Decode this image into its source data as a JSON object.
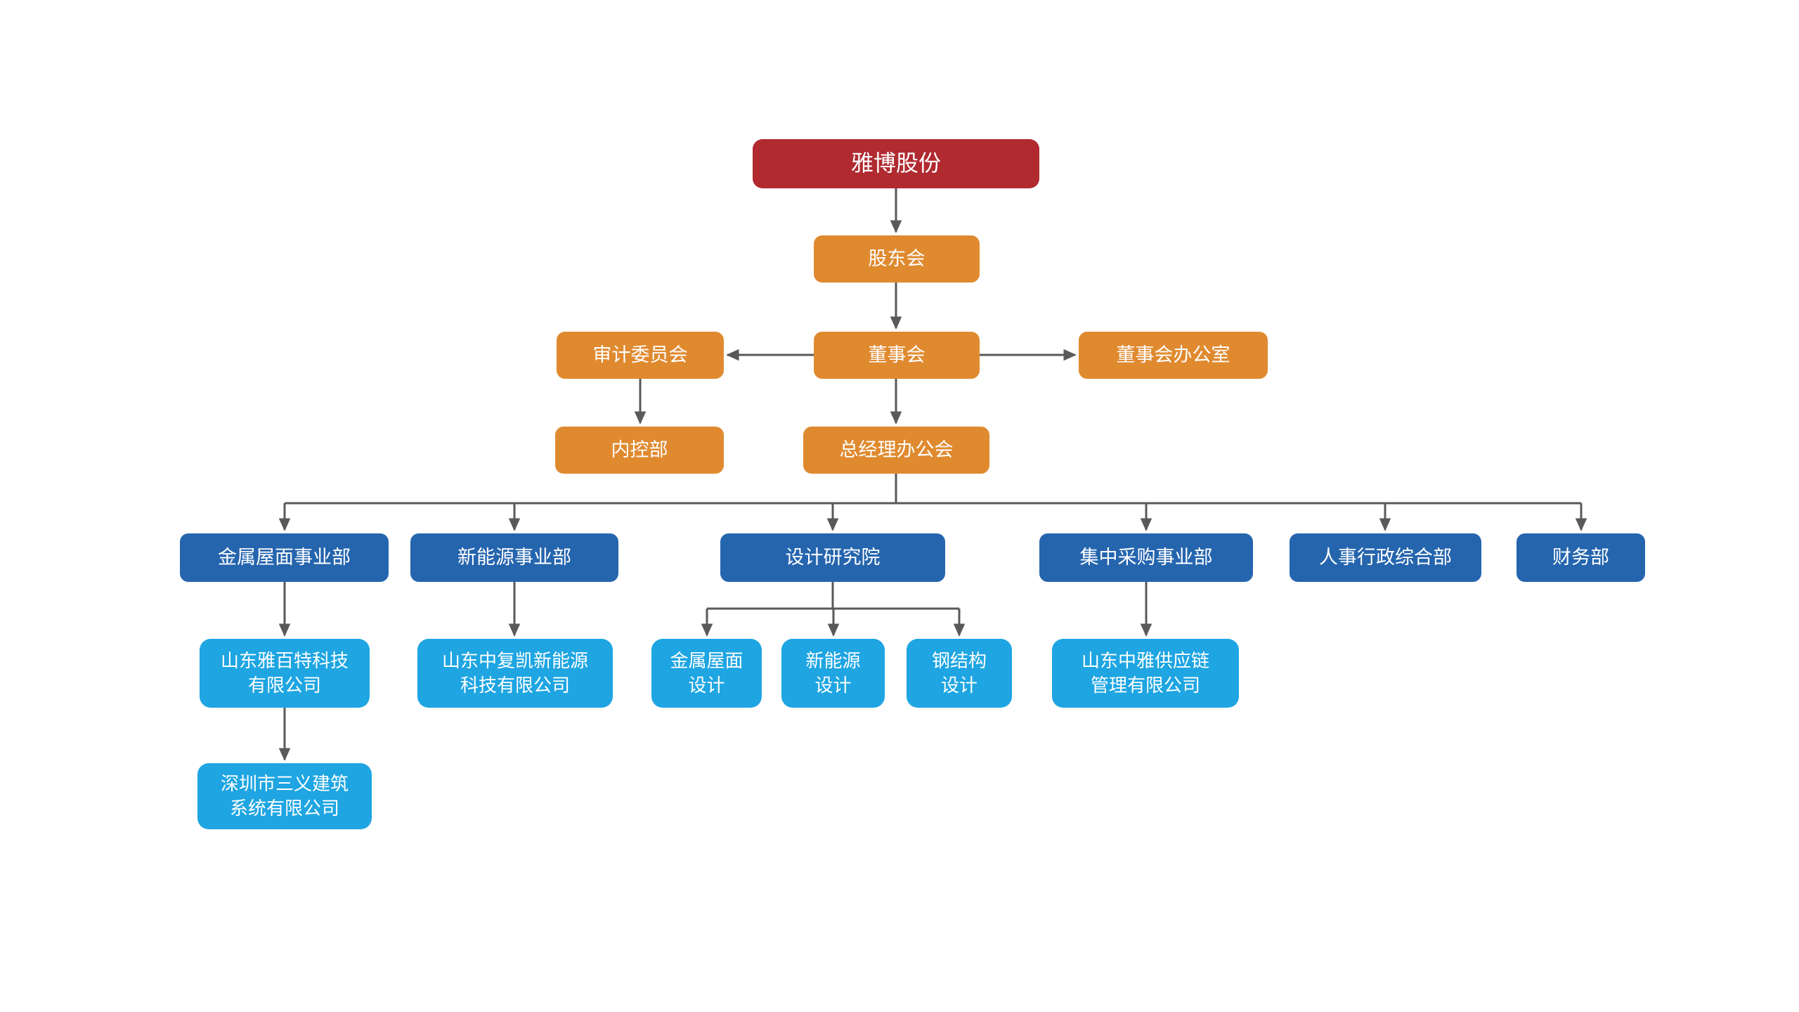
{
  "colors": {
    "root_box": "#B02A30",
    "committee_box": "#E08A30",
    "division_box": "#2565AE",
    "subsidiary_box": "#1EA5E2",
    "connector": "#595959",
    "text": "#FFFFFF",
    "background": "#FFFFFF"
  },
  "nodes": {
    "root": {
      "label": "雅博股份"
    },
    "shareholders": {
      "label": "股东会"
    },
    "audit_committee": {
      "label": "审计委员会"
    },
    "board": {
      "label": "董事会"
    },
    "board_office": {
      "label": "董事会办公室"
    },
    "internal_control": {
      "label": "内控部"
    },
    "gm_office": {
      "label": "总经理办公会"
    },
    "metal_roof_div": {
      "label": "金属屋面事业部"
    },
    "new_energy_div": {
      "label": "新能源事业部"
    },
    "design_institute": {
      "label": "设计研究院"
    },
    "procurement_div": {
      "label": "集中采购事业部"
    },
    "hr_admin_dept": {
      "label": "人事行政综合部"
    },
    "finance_dept": {
      "label": "财务部"
    },
    "yabaite": {
      "label": "山东雅百特科技\n有限公司"
    },
    "zhongfukai": {
      "label": "山东中复凯新能源\n科技有限公司"
    },
    "metal_roof_design": {
      "label": "金属屋面\n设计"
    },
    "new_energy_design": {
      "label": "新能源\n设计"
    },
    "steel_design": {
      "label": "钢结构\n设计"
    },
    "zhongya_supply": {
      "label": "山东中雅供应链\n管理有限公司"
    },
    "shenzhen_sanyi": {
      "label": "深圳市三义建筑\n系统有限公司"
    }
  },
  "edges": [
    {
      "from": "root",
      "to": "shareholders"
    },
    {
      "from": "shareholders",
      "to": "board"
    },
    {
      "from": "board",
      "to": "audit_committee"
    },
    {
      "from": "board",
      "to": "board_office"
    },
    {
      "from": "audit_committee",
      "to": "internal_control"
    },
    {
      "from": "board",
      "to": "gm_office"
    },
    {
      "from": "gm_office",
      "to": "metal_roof_div"
    },
    {
      "from": "gm_office",
      "to": "new_energy_div"
    },
    {
      "from": "gm_office",
      "to": "design_institute"
    },
    {
      "from": "gm_office",
      "to": "procurement_div"
    },
    {
      "from": "gm_office",
      "to": "hr_admin_dept"
    },
    {
      "from": "gm_office",
      "to": "finance_dept"
    },
    {
      "from": "metal_roof_div",
      "to": "yabaite"
    },
    {
      "from": "yabaite",
      "to": "shenzhen_sanyi"
    },
    {
      "from": "new_energy_div",
      "to": "zhongfukai"
    },
    {
      "from": "design_institute",
      "to": "metal_roof_design"
    },
    {
      "from": "design_institute",
      "to": "new_energy_design"
    },
    {
      "from": "design_institute",
      "to": "steel_design"
    },
    {
      "from": "procurement_div",
      "to": "zhongya_supply"
    }
  ]
}
